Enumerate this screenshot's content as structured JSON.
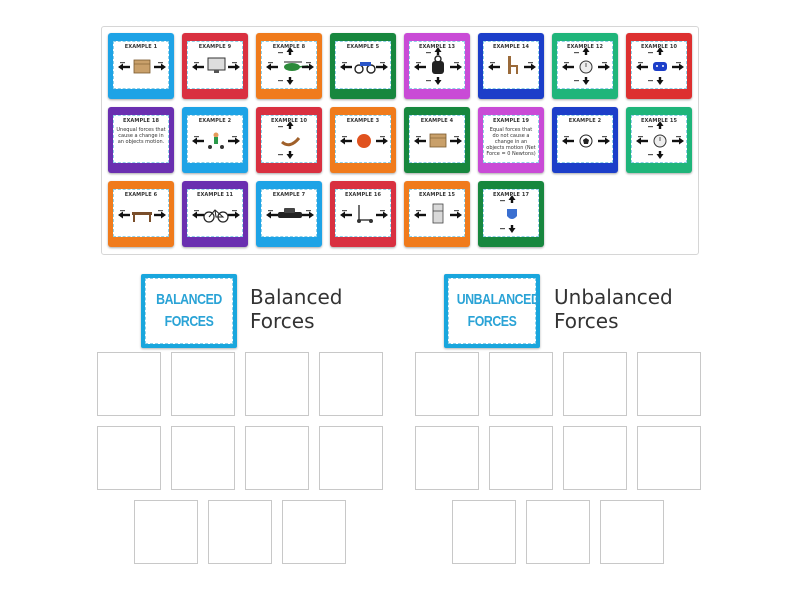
{
  "tray": {
    "cards": [
      {
        "title": "EXAMPLE 1",
        "color": "#1ea3e6",
        "icon": "box-icon",
        "diagram": "box"
      },
      {
        "title": "EXAMPLE 9",
        "color": "#d93040",
        "icon": "tv-icon",
        "diagram": "tv"
      },
      {
        "title": "EXAMPLE 8",
        "color": "#f07b1c",
        "icon": "helicopter-icon",
        "diagram": "helicopter"
      },
      {
        "title": "EXAMPLE 5",
        "color": "#17873e",
        "icon": "motorcycle-icon",
        "diagram": "motorcycle"
      },
      {
        "title": "EXAMPLE 13",
        "color": "#c94bd6",
        "icon": "kettlebell-icon",
        "diagram": "kettlebell"
      },
      {
        "title": "EXAMPLE 14",
        "color": "#1c3ec9",
        "icon": "chair-icon",
        "diagram": "chair"
      },
      {
        "title": "EXAMPLE 12",
        "color": "#1fb57a",
        "icon": "clock-icon",
        "diagram": "clock"
      },
      {
        "title": "EXAMPLE 10",
        "color": "#dd3030",
        "icon": "gamepad-icon",
        "diagram": "gamepad"
      },
      {
        "title": "EXAMPLE 18",
        "color": "#6a2fb0",
        "icon": "text-icon",
        "diagram": "text",
        "note": "Unequal forces that cause a change in an objects motion."
      },
      {
        "title": "EXAMPLE 2",
        "color": "#1ea3e6",
        "icon": "scooter-icon",
        "diagram": "scooter"
      },
      {
        "title": "EXAMPLE 10",
        "color": "#d93040",
        "icon": "banana-icon",
        "diagram": "banana"
      },
      {
        "title": "EXAMPLE 3",
        "color": "#f07b1c",
        "icon": "ball-icon",
        "diagram": "ball"
      },
      {
        "title": "EXAMPLE 4",
        "color": "#17873e",
        "icon": "box-icon",
        "diagram": "box"
      },
      {
        "title": "EXAMPLE 19",
        "color": "#c94bd6",
        "icon": "text-icon",
        "diagram": "text",
        "note": "Equal forces that do not cause a change in an objects motion (Net Force = 0 Newtons)"
      },
      {
        "title": "EXAMPLE 2",
        "color": "#1c3ec9",
        "icon": "soccer-ball-icon",
        "diagram": "soccer"
      },
      {
        "title": "EXAMPLE 15",
        "color": "#1fb57a",
        "icon": "clock-icon",
        "diagram": "clock"
      },
      {
        "title": "EXAMPLE 6",
        "color": "#f07b1c",
        "icon": "table-icon",
        "diagram": "table"
      },
      {
        "title": "EXAMPLE 11",
        "color": "#6a2fb0",
        "icon": "bicycle-icon",
        "diagram": "bicycle"
      },
      {
        "title": "EXAMPLE 7",
        "color": "#1ea3e6",
        "icon": "car-icon",
        "diagram": "car"
      },
      {
        "title": "EXAMPLE 16",
        "color": "#d93040",
        "icon": "scooter-icon",
        "diagram": "kickscooter"
      },
      {
        "title": "EXAMPLE 15",
        "color": "#f07b1c",
        "icon": "fridge-icon",
        "diagram": "fridge"
      },
      {
        "title": "EXAMPLE 17",
        "color": "#17873e",
        "icon": "shield-icon",
        "diagram": "shield"
      }
    ]
  },
  "groups": {
    "balanced": {
      "card_line1": "BALANCED",
      "card_line2": "FORCES",
      "label_line1": "Balanced",
      "label_line2": "Forces"
    },
    "unbalanced": {
      "card_line1": "UNBALANCED",
      "card_line2": "FORCES",
      "label_line1": "Unbalanced",
      "label_line2": "Forces"
    }
  }
}
